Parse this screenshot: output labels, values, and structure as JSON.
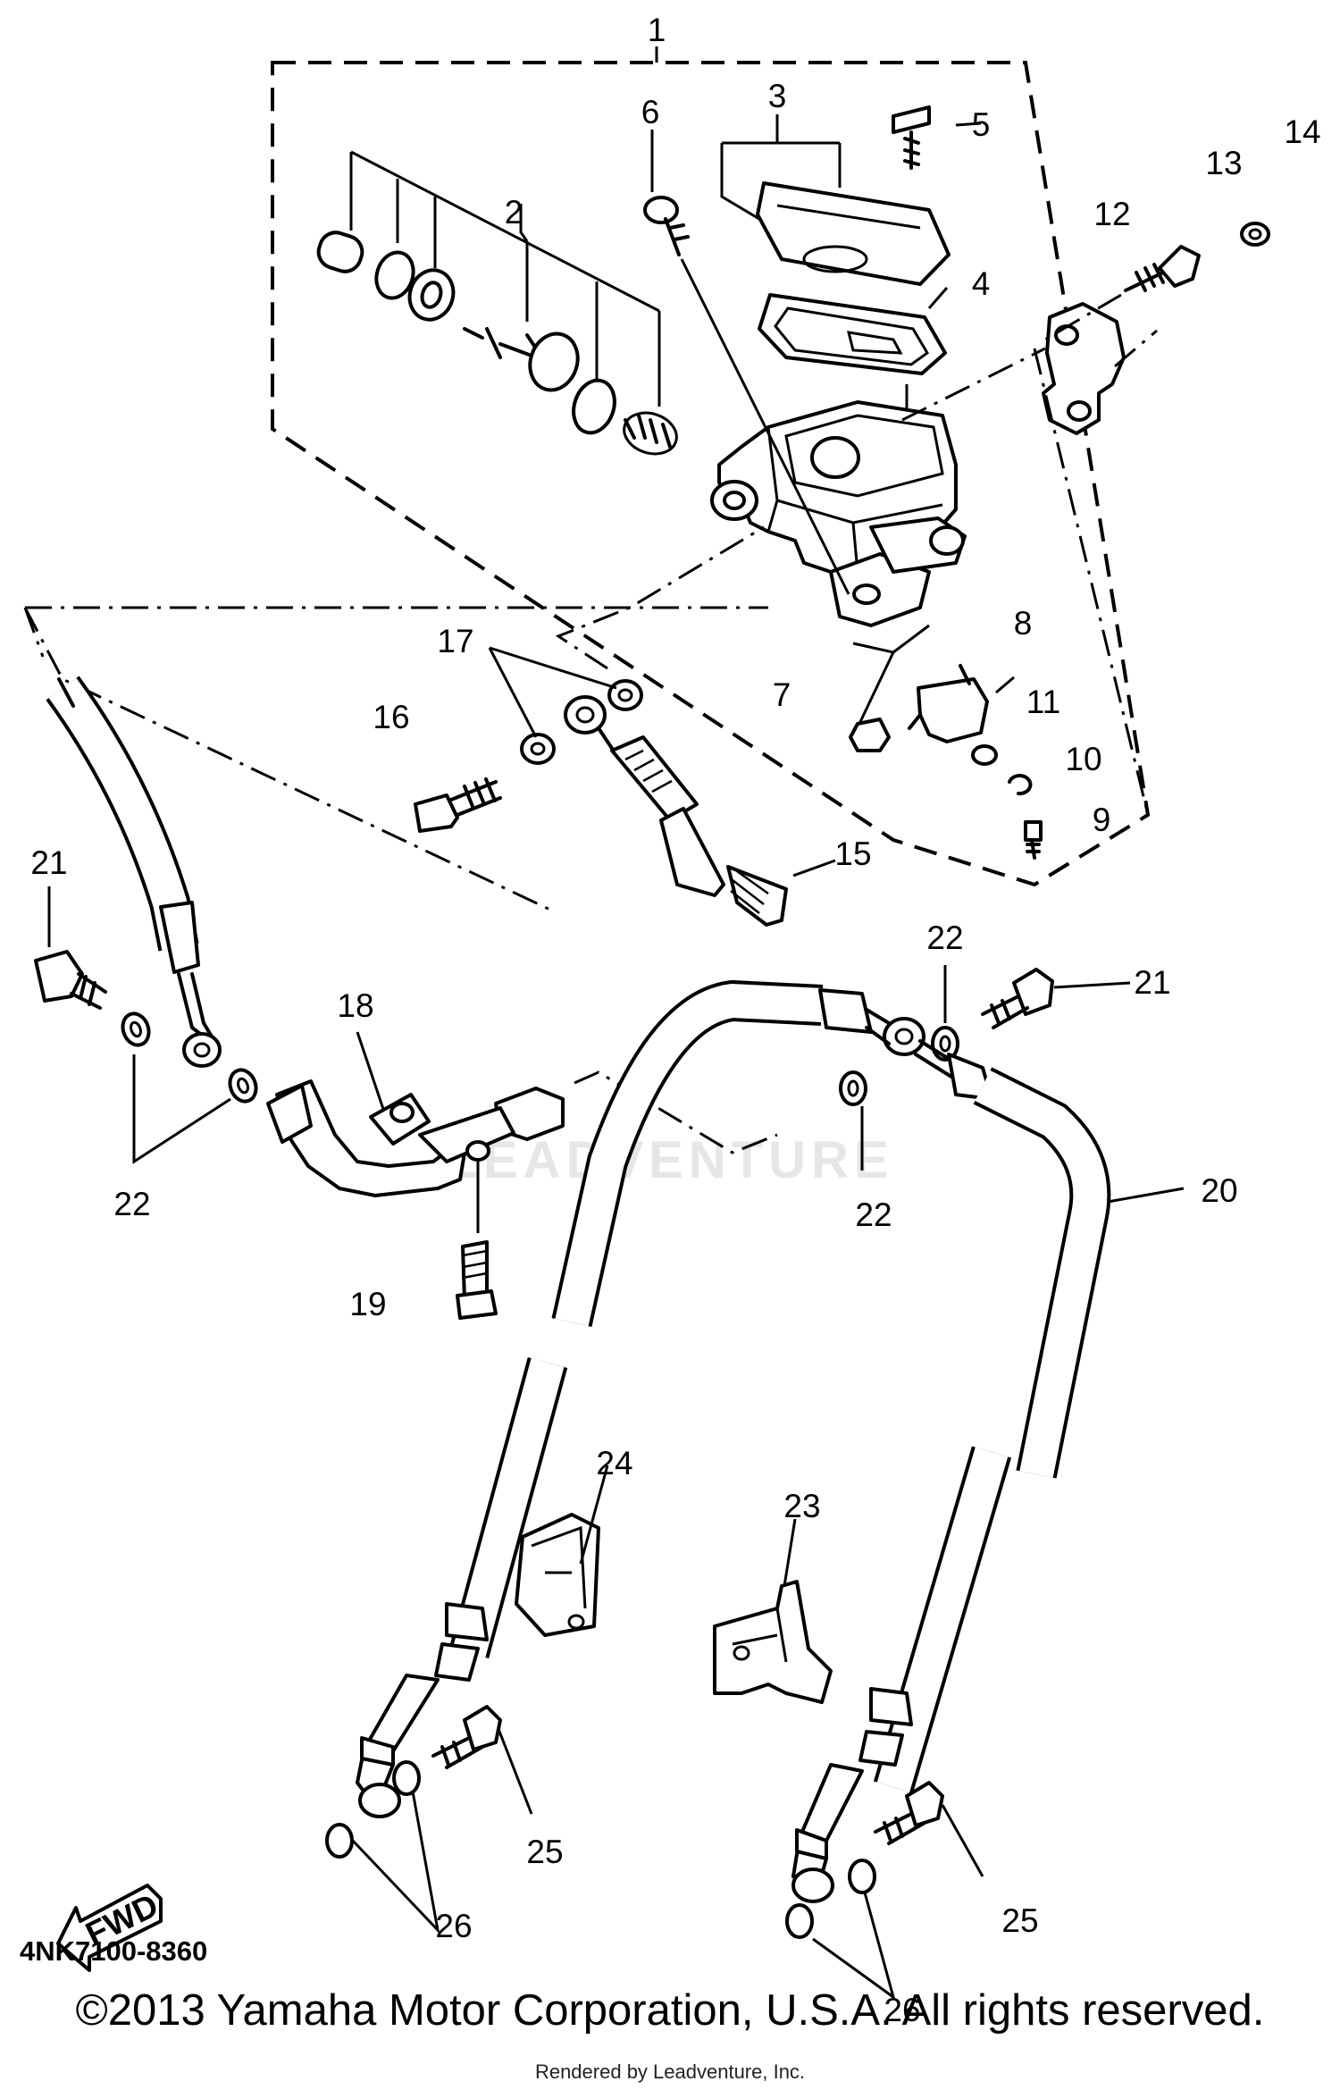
{
  "diagram": {
    "part_numbers": [
      "1",
      "2",
      "3",
      "4",
      "5",
      "6",
      "7",
      "8",
      "9",
      "10",
      "11",
      "12",
      "13",
      "14",
      "15",
      "16",
      "17",
      "18",
      "19",
      "20",
      "21",
      "21",
      "22",
      "22",
      "22",
      "23",
      "24",
      "25",
      "25",
      "26",
      "26"
    ],
    "fwd_label": "FWD",
    "drawing_code": "4NK7100-8360",
    "copyright": "©2013 Yamaha Motor Corporation, U.S.A. All rights reserved.",
    "rendered_by": "Rendered by Leadventure, Inc.",
    "watermark": "LEADVENTURE"
  }
}
